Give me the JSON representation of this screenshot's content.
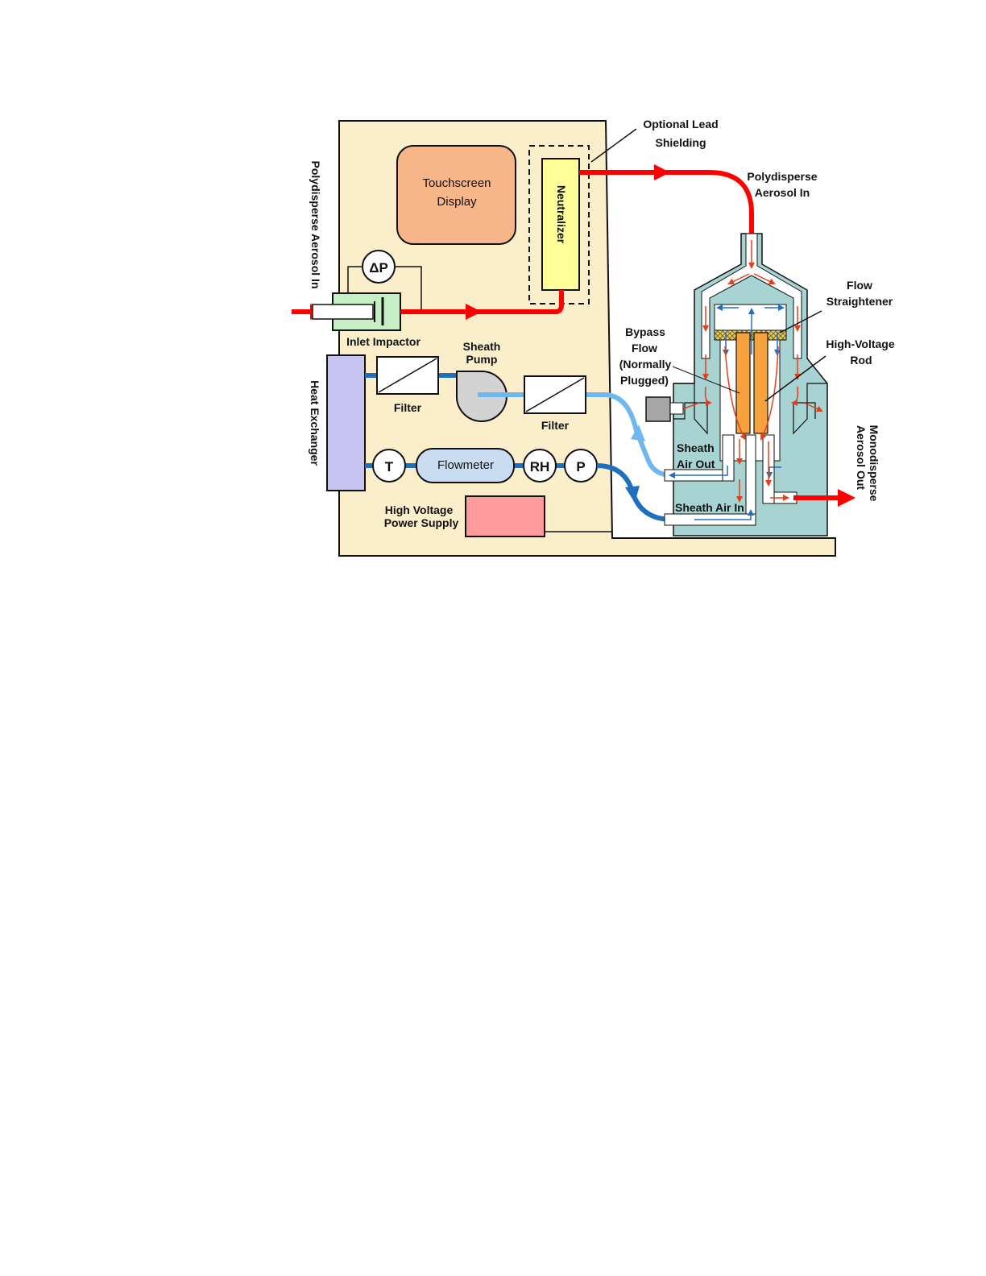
{
  "labels": {
    "touchscreen_line1": "Touchscreen",
    "touchscreen_line2": "Display",
    "neutralizer": "Neutralizer",
    "optional_lead_line1": "Optional Lead",
    "optional_lead_line2": "Shielding",
    "poly_aerosol_in_line1": "Polydisperse",
    "poly_aerosol_in_line2": "Aerosol In",
    "poly_aerosol_in_vertical": "Polydisperse  Aerosol In",
    "delta_p": "ΔP",
    "inlet_impactor": "Inlet Impactor",
    "sheath_pump_line1": "Sheath",
    "sheath_pump_line2": "Pump",
    "filter_left": "Filter",
    "filter_right": "Filter",
    "heat_exchanger": "Heat Exchanger",
    "temp_sensor": "T",
    "flowmeter": "Flowmeter",
    "rh_sensor": "RH",
    "pressure_sensor": "P",
    "hv_supply_line1": "High Voltage",
    "hv_supply_line2": "Power Supply",
    "bypass_line1": "Bypass",
    "bypass_line2": "Flow",
    "bypass_line3": "(Normally",
    "bypass_line4": "Plugged)",
    "flow_straightener_line1": "Flow",
    "flow_straightener_line2": "Straightener",
    "hv_rod_line1": "High-Voltage",
    "hv_rod_line2": "Rod",
    "sheath_air_out_line1": "Sheath",
    "sheath_air_out_line2": "Air Out",
    "sheath_air_in": "Sheath Air In",
    "mono_out_line1": "Monodisperse",
    "mono_out_line2": "Aerosol Out"
  },
  "colors": {
    "cabinet": "#fbeecb",
    "touchscreen": "#f7b58a",
    "neutralizer": "#ffff99",
    "impactor": "#c6efc6",
    "heat_exchanger": "#c8c4f2",
    "flowmeter": "#c9dcf2",
    "hv_supply": "#ff9b9b",
    "dma_body": "#a7d3d3",
    "rod": "#f7a23c",
    "aerosol_flow": "#ff0000",
    "sheath_dark": "#1f6fbf",
    "sheath_light": "#6fb8ef",
    "pump": "#d3d3d3",
    "bypass": "#a6a6a6"
  }
}
